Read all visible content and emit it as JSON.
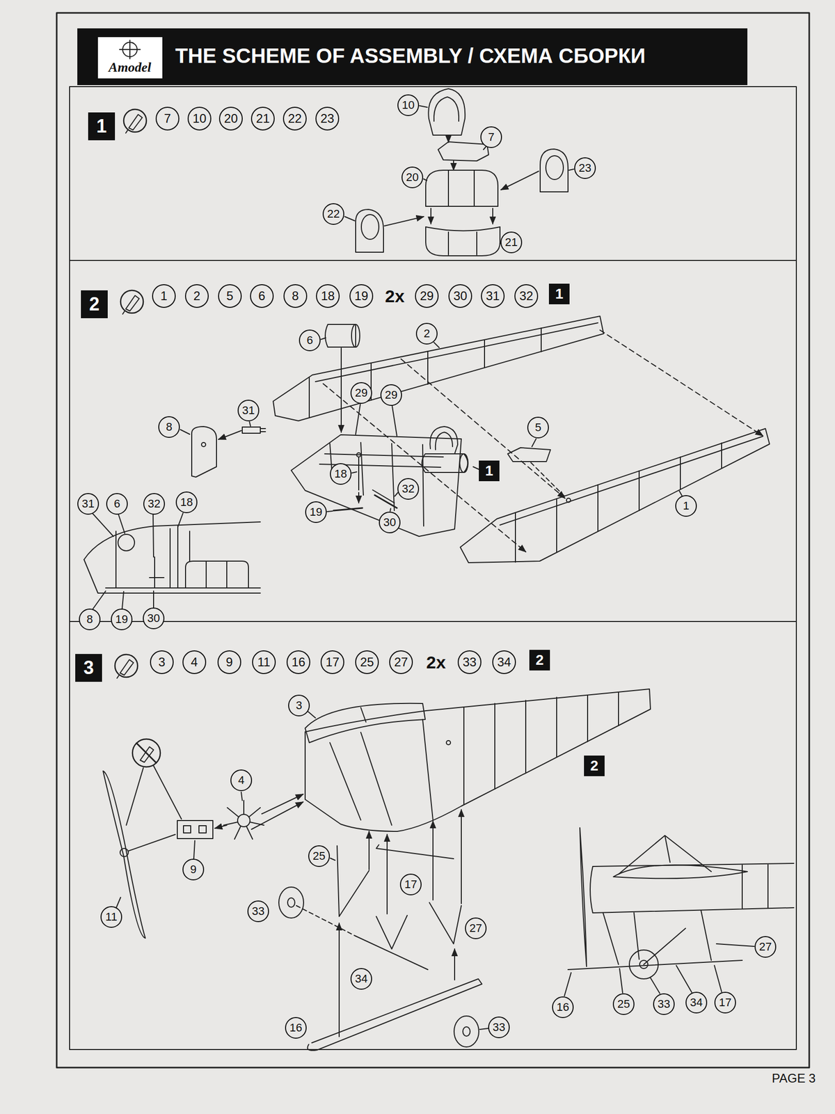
{
  "diagram": {
    "title": "THE SCHEME OF ASSEMBLY / СХЕМА СБОРКИ",
    "labels": [
      "Amodel",
      "1",
      "7",
      "10",
      "20",
      "21",
      "22",
      "23",
      "10",
      "7",
      "20",
      "23",
      "22",
      "21",
      "2",
      "1",
      "2",
      "5",
      "6",
      "8",
      "18",
      "19",
      "2x",
      "29",
      "30",
      "31",
      "32",
      "1",
      "6",
      "2",
      "31",
      "8",
      "29",
      "29",
      "5",
      "1",
      "18",
      "32",
      "19",
      "30",
      "1",
      "31",
      "6",
      "32",
      "18",
      "8",
      "19",
      "30",
      "3",
      "3",
      "4",
      "9",
      "11",
      "16",
      "17",
      "25",
      "27",
      "2x",
      "33",
      "34",
      "2",
      "3",
      "2",
      "4",
      "9",
      "25",
      "17",
      "33",
      "11",
      "27",
      "34",
      "16",
      "33",
      "27",
      "16",
      "25",
      "33",
      "34",
      "17",
      "PAGE 3"
    ]
  }
}
